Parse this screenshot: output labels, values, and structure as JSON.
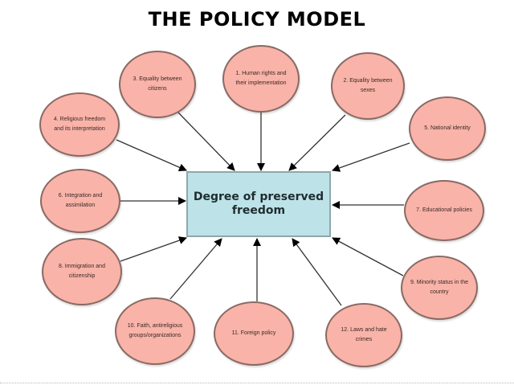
{
  "title": "THE POLICY MODEL",
  "center": {
    "label": "Degree of preserved freedom",
    "fill": "#bde3e8"
  },
  "node_fill": "#f9b3a8",
  "nodes": [
    {
      "id": 1,
      "label": "1. Human rights and their implementation"
    },
    {
      "id": 2,
      "label": "2. Equality between sexes"
    },
    {
      "id": 3,
      "label": "3. Equality between citizens"
    },
    {
      "id": 4,
      "label": "4. Religious freedom and its interpretation"
    },
    {
      "id": 5,
      "label": "5. National identity"
    },
    {
      "id": 6,
      "label": "6. Integration and assimilation"
    },
    {
      "id": 7,
      "label": "7. Educational policies"
    },
    {
      "id": 8,
      "label": "8. Immigration and citizenship"
    },
    {
      "id": 9,
      "label": "9. Minority status in the country"
    },
    {
      "id": 10,
      "label": "10. Faith, antireligious groups/organizations"
    },
    {
      "id": 11,
      "label": "11. Foreign policy"
    },
    {
      "id": 12,
      "label": "12. Laws and hate crimes"
    }
  ]
}
